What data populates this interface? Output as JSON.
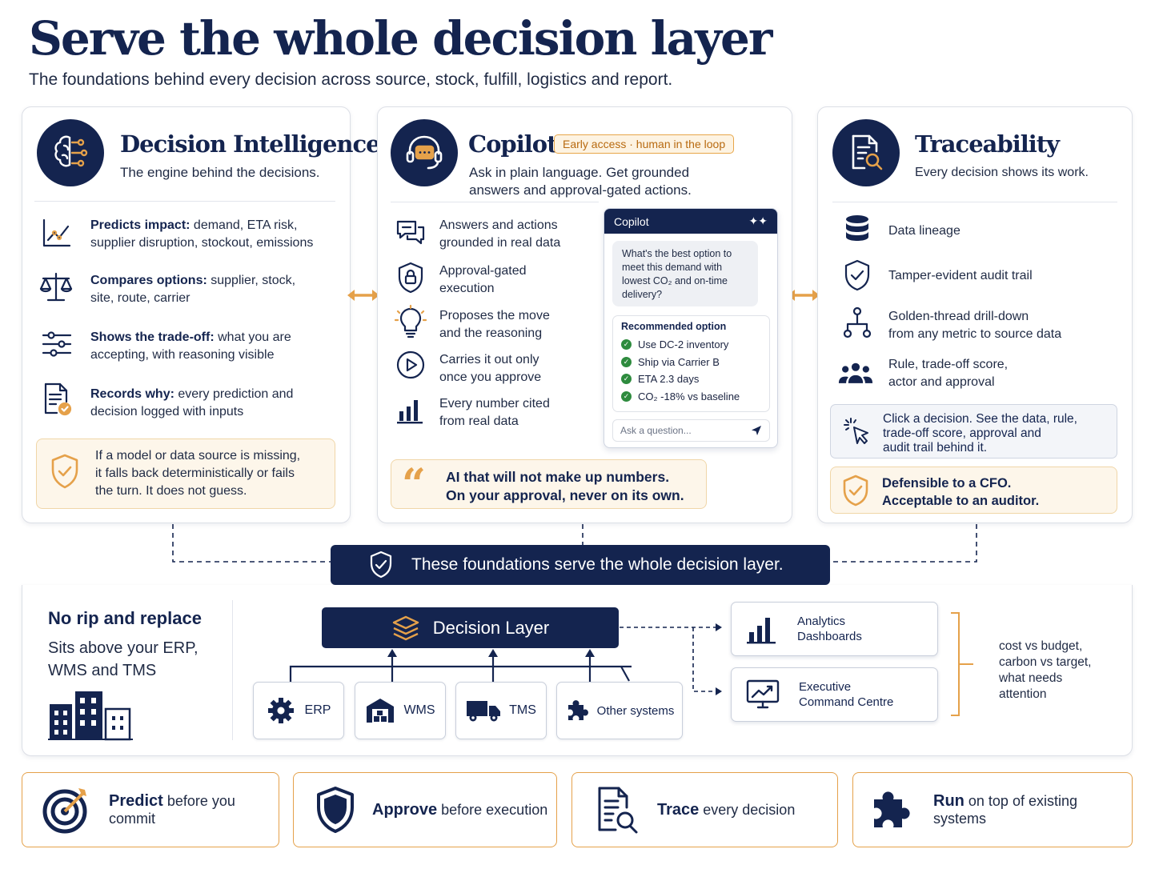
{
  "header": {
    "title": "Serve the whole decision layer",
    "subtitle": "The foundations behind every decision across source, stock, fulfill, logistics and report."
  },
  "colors": {
    "navy": "#14244f",
    "accent": "#e5a14a",
    "accent_bg": "#fdf6ea",
    "check_green": "#2e8b3e"
  },
  "decision_intelligence": {
    "icon": "brain-circuit-icon",
    "title": "Decision Intelligence",
    "subtitle": "The engine behind the decisions.",
    "items": [
      {
        "icon": "trend-chart-icon",
        "bold": "Predicts impact:",
        "line1_rest": " demand, ETA risk,",
        "line2": "supplier disruption, stockout, emissions"
      },
      {
        "icon": "scales-icon",
        "bold": "Compares options:",
        "line1_rest": " supplier, stock,",
        "line2": "site, route, carrier"
      },
      {
        "icon": "sliders-icon",
        "bold": "Shows the trade-off:",
        "line1_rest": " what you are",
        "line2": "accepting, with reasoning visible"
      },
      {
        "icon": "document-check-icon",
        "bold": "Records why:",
        "line1_rest": " every prediction and",
        "line2": "decision logged with inputs"
      }
    ],
    "fallback": [
      "If a model or data source is missing,",
      "it falls back deterministically or fails",
      "the turn. It does not guess."
    ]
  },
  "copilot": {
    "icon": "headset-chat-icon",
    "title": "Copilot",
    "badge": "Early access · human in the loop",
    "subtitle_line1": "Ask in plain language. Get grounded",
    "subtitle_line2": "answers and approval-gated actions.",
    "items": [
      {
        "icon": "chat-bubbles-icon",
        "line1": "Answers and actions",
        "line2": "grounded in real data"
      },
      {
        "icon": "shield-lock-icon",
        "line1": "Approval-gated",
        "line2": "execution"
      },
      {
        "icon": "lightbulb-icon",
        "line1": "Proposes the move",
        "line2": "and the reasoning"
      },
      {
        "icon": "play-circle-icon",
        "line1": "Carries it out only",
        "line2": "once you approve"
      },
      {
        "icon": "bar-chart-icon",
        "line1": "Every number cited",
        "line2": "from real data"
      }
    ],
    "panel": {
      "header": "Copilot",
      "question_lines": [
        "What's the best option to",
        "meet this demand with",
        "lowest CO₂ and on-time",
        "delivery?"
      ],
      "recommended_title": "Recommended option",
      "recommendations": [
        "Use DC-2 inventory",
        "Ship via Carrier B",
        "ETA 2.3 days",
        "CO₂ -18% vs baseline"
      ],
      "input_placeholder": "Ask a question..."
    },
    "quote_line1": "AI that will not make up numbers.",
    "quote_line2": "On your approval, never on its own."
  },
  "traceability": {
    "icon": "document-search-icon",
    "title": "Traceability",
    "subtitle": "Every decision shows its work.",
    "items": [
      {
        "icon": "database-icon",
        "line1": "Data lineage",
        "line2": ""
      },
      {
        "icon": "shield-check-icon",
        "line1": "Tamper-evident audit trail",
        "line2": ""
      },
      {
        "icon": "hierarchy-icon",
        "line1": "Golden-thread drill-down",
        "line2": "from any metric to source data"
      },
      {
        "icon": "people-icon",
        "line1": "Rule, trade-off score,",
        "line2": "actor and approval"
      }
    ],
    "click_note": [
      "Click a decision. See the data, rule,",
      "trade-off score, approval and",
      "audit trail behind it."
    ],
    "defensible": [
      "Defensible to a CFO.",
      "Acceptable to an auditor."
    ]
  },
  "banner": {
    "icon": "shield-check-icon",
    "text": "These foundations serve the whole decision layer."
  },
  "integration": {
    "heading": "No rip and replace",
    "sub_line1": "Sits above your ERP,",
    "sub_line2": "WMS and TMS",
    "decision_layer": "Decision Layer",
    "systems": [
      {
        "icon": "gear-icon",
        "label": "ERP"
      },
      {
        "icon": "warehouse-icon",
        "label": "WMS"
      },
      {
        "icon": "truck-icon",
        "label": "TMS"
      },
      {
        "icon": "puzzle-icon",
        "label": "Other systems"
      }
    ],
    "outputs": [
      {
        "icon": "bar-chart-icon",
        "line1": "Analytics",
        "line2": "Dashboards"
      },
      {
        "icon": "monitor-chart-icon",
        "line1": "Executive",
        "line2": "Command Centre"
      }
    ],
    "attention": [
      "cost vs budget,",
      "carbon vs target,",
      "what needs",
      "attention"
    ]
  },
  "footer": [
    {
      "icon": "target-icon",
      "bold": "Predict",
      "rest": " before you commit"
    },
    {
      "icon": "shield-icon",
      "bold": "Approve",
      "rest": " before execution"
    },
    {
      "icon": "document-search-icon",
      "bold": "Trace",
      "rest": " every decision"
    },
    {
      "icon": "puzzle-icon",
      "bold": "Run",
      "rest": " on top of existing systems"
    }
  ]
}
